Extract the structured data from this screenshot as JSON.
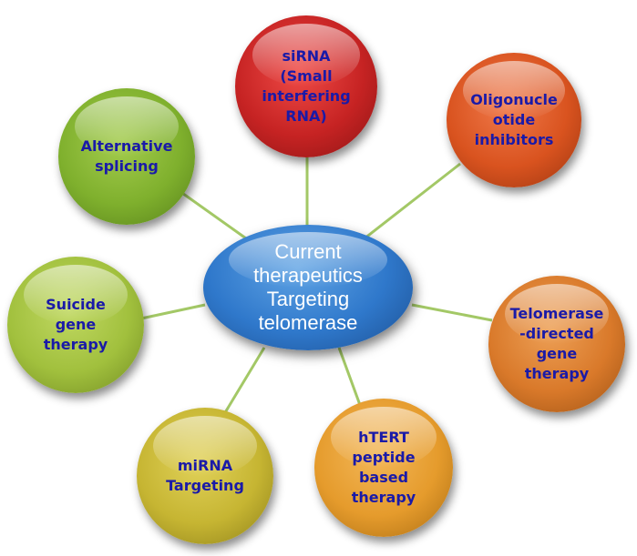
{
  "diagram": {
    "center": "Current\ntherapeutics\nTargeting\ntelomerase",
    "nodes": [
      {
        "key": "sirna",
        "label": "siRNA\n(Small\ninterfering\nRNA)"
      },
      {
        "key": "oligo",
        "label": "Oligonucle\notide\ninhibitors"
      },
      {
        "key": "alt",
        "label": "Alternative\nsplicing"
      },
      {
        "key": "suicide",
        "label": "Suicide\ngene\ntherapy"
      },
      {
        "key": "tel",
        "label": "Telomerase\n-directed\ngene\ntherapy"
      },
      {
        "key": "mirna",
        "label": "miRNA\nTargeting"
      },
      {
        "key": "htert",
        "label": "hTERT\npeptide\nbased\ntherapy"
      }
    ],
    "colors": {
      "center": "#2f78cb",
      "connector": "#a3c866",
      "node_text": "#1a1aa8",
      "center_text": "#ffffff"
    }
  }
}
